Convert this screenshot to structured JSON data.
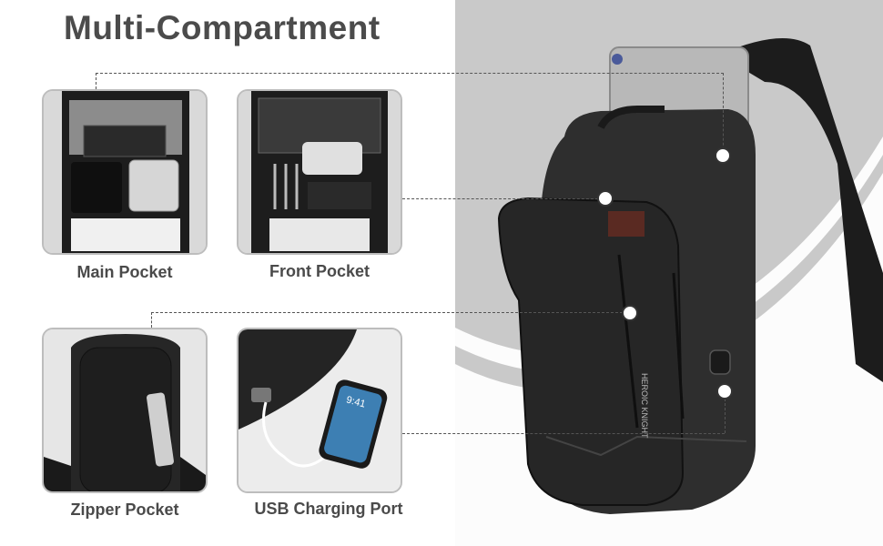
{
  "title": "Multi-Compartment",
  "thumbnails": [
    {
      "label": "Main Pocket"
    },
    {
      "label": "Front Pocket"
    },
    {
      "label": "Zipper Pocket"
    },
    {
      "label": "USB Charging Port"
    }
  ],
  "bag_brand": "HEROIC KNIGHT",
  "phone_time": "9:41",
  "colors": {
    "title": "#4b4b4b",
    "panel_bg": "#c9c9c9",
    "bag": "#2a2a2a",
    "line": "#555555"
  }
}
